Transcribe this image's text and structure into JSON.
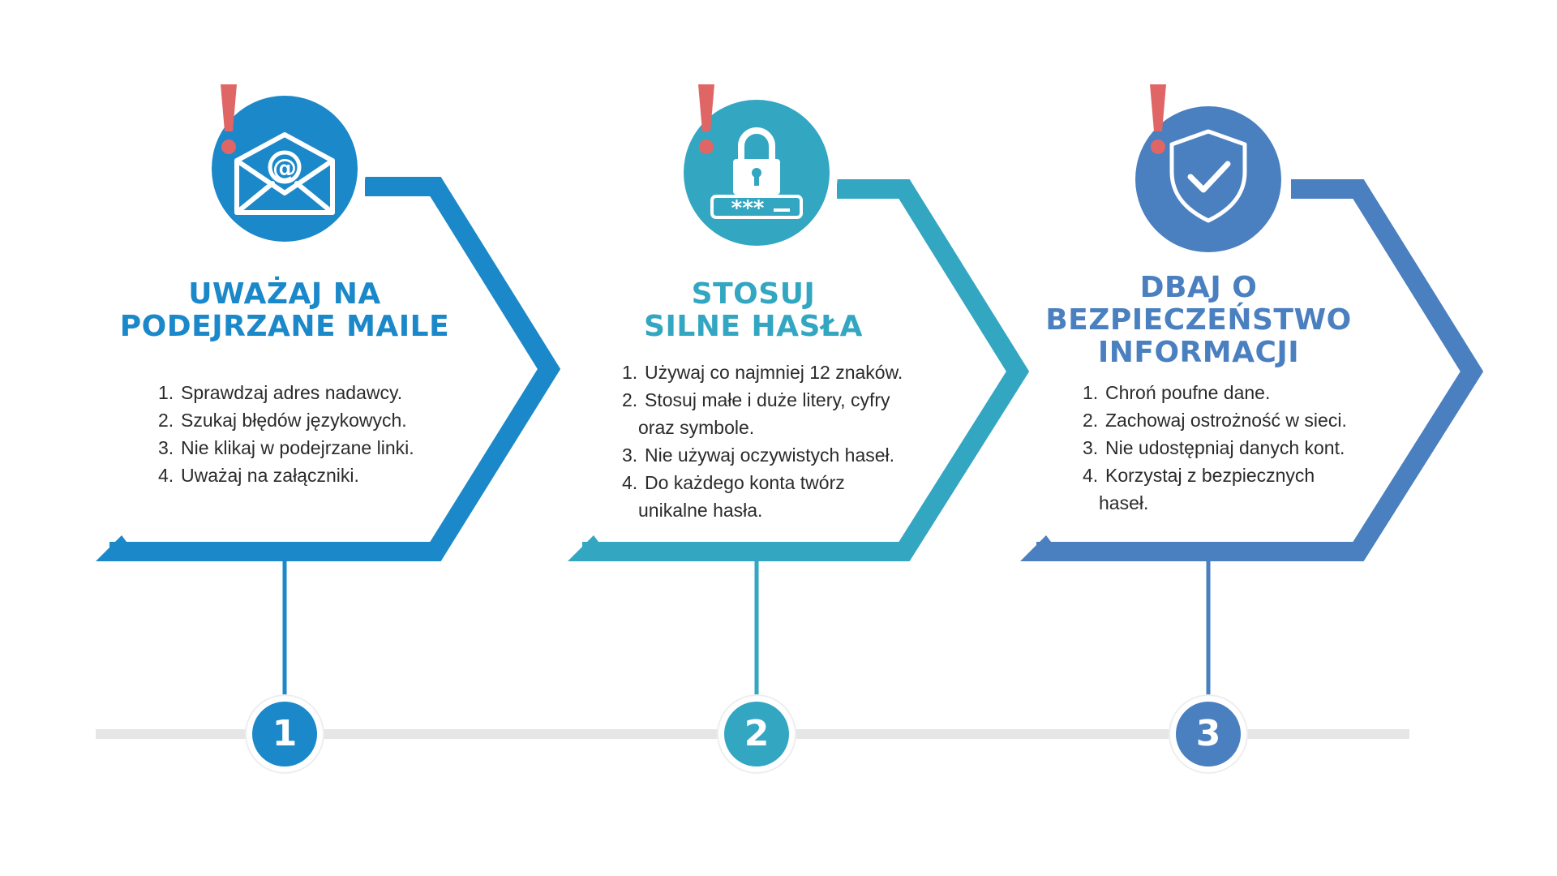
{
  "colors": {
    "step1": "#1b88c9",
    "step2": "#33a6c2",
    "step3": "#4a7fc0",
    "alert": "#e06666",
    "timeline": "#e6e6e6"
  },
  "steps": [
    {
      "number": "1",
      "icon": "envelope-at-icon",
      "title_lines": [
        "UWAŻAJ NA",
        "PODEJRZANE MAILE"
      ],
      "items": [
        {
          "num": "1.",
          "text": "Sprawdzaj adres nadawcy.",
          "cont": ""
        },
        {
          "num": "2.",
          "text": "Szukaj błędów językowych.",
          "cont": ""
        },
        {
          "num": "3.",
          "text": "Nie klikaj w podejrzane linki.",
          "cont": ""
        },
        {
          "num": "4.",
          "text": "Uważaj na załączniki.",
          "cont": ""
        }
      ]
    },
    {
      "number": "2",
      "icon": "padlock-password-icon",
      "title_lines": [
        "STOSUJ",
        "SILNE HASŁA"
      ],
      "items": [
        {
          "num": "1.",
          "text": "Używaj co najmniej 12 znaków.",
          "cont": ""
        },
        {
          "num": "2.",
          "text": "Stosuj małe i duże litery, cyfry",
          "cont": "oraz symbole."
        },
        {
          "num": "3.",
          "text": "Nie używaj oczywistych haseł.",
          "cont": ""
        },
        {
          "num": "4.",
          "text": "Do każdego konta twórz",
          "cont": "unikalne hasła."
        }
      ]
    },
    {
      "number": "3",
      "icon": "shield-check-icon",
      "title_lines": [
        "DBAJ O",
        "BEZPIECZEŃSTWO",
        "INFORMACJI"
      ],
      "items": [
        {
          "num": "1.",
          "text": "Chroń poufne dane.",
          "cont": ""
        },
        {
          "num": "2.",
          "text": "Zachowaj ostrożność w sieci.",
          "cont": ""
        },
        {
          "num": "3.",
          "text": "Nie udostępniaj danych kont.",
          "cont": ""
        },
        {
          "num": "4.",
          "text": "Korzystaj z bezpiecznych",
          "cont": "haseł."
        }
      ]
    }
  ]
}
